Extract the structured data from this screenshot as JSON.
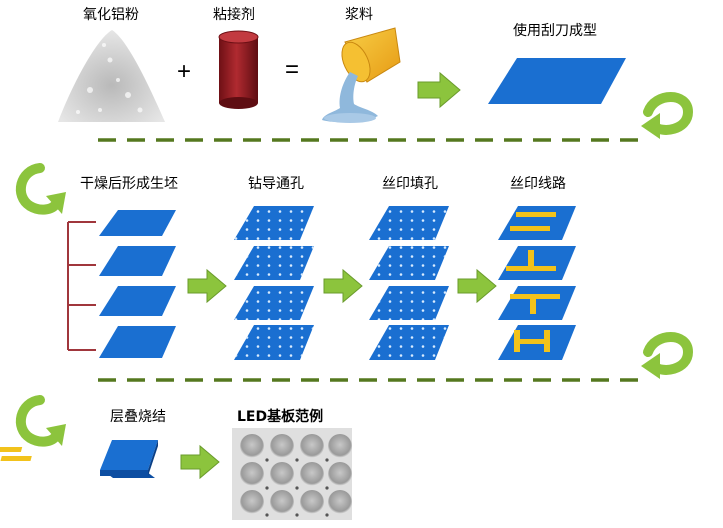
{
  "row1": {
    "alumina_label": "氧化铝粉",
    "binder_label": "粘接剂",
    "slurry_label": "浆料",
    "tapecast_label": "使用刮刀成型",
    "plus_sign": "+",
    "equals_sign": "="
  },
  "row2": {
    "green_sheets_label": "干燥后形成生坯",
    "drill_label": "钻导通孔",
    "fill_label": "丝印填孔",
    "print_label": "丝印线路"
  },
  "row3": {
    "laminate_label": "层叠烧结",
    "example_label": "LED基板范例"
  },
  "colors": {
    "sheet_blue": "#1a6fd1",
    "arrow_green": "#8cc43d",
    "dash_green": "#55781f",
    "conductor_yellow": "#f2c21b",
    "binder_red": "#9e1c22",
    "slurry_orange": "#f2b01e",
    "slurry_flow": "#8fb8dc",
    "bracket": "#a0363c"
  }
}
